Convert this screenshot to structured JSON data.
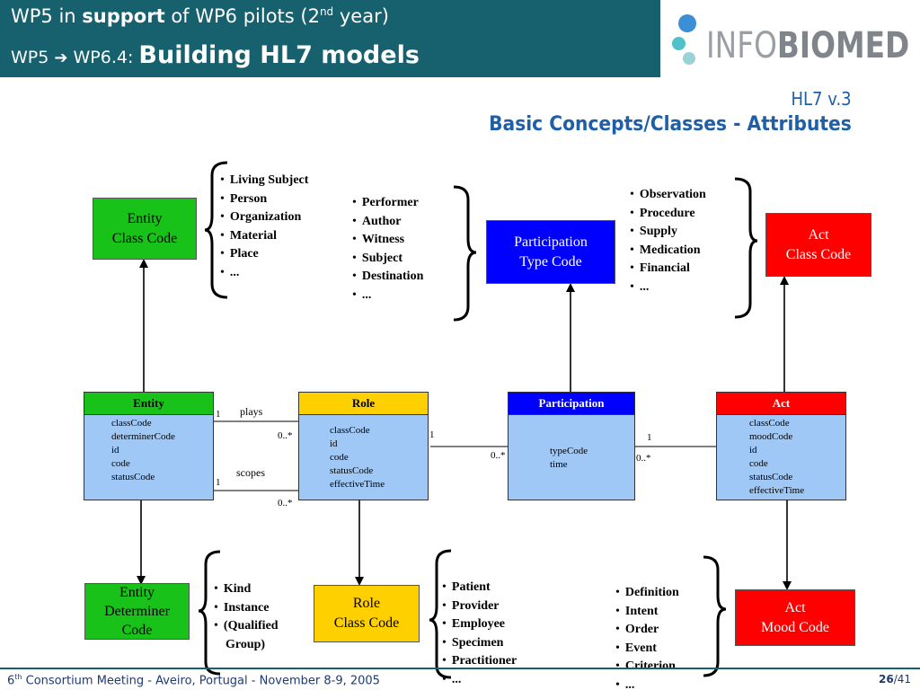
{
  "header": {
    "line1_prefix": "WP5 in ",
    "line1_bold": "support",
    "line1_mid": " of WP6 pilots (2",
    "line1_sup": "nd",
    "line1_end": " year)",
    "line2_part1": "WP5 ",
    "line2_arrow": "➔",
    "line2_part2": " WP6.4: ",
    "line2_bold": "Building HL7 models"
  },
  "logo": {
    "text_light": "INFO",
    "text_bold": "BIOMED"
  },
  "subtitle": {
    "line1": "HL7 v.3",
    "line2": "Basic Concepts/Classes - Attributes"
  },
  "code_boxes": {
    "entity_class_code": [
      "Entity",
      "Class Code"
    ],
    "participation_type_code": [
      "Participation",
      "Type Code"
    ],
    "act_class_code": [
      "Act",
      "Class Code"
    ],
    "entity_determiner_code": [
      "Entity",
      "Determiner",
      "Code"
    ],
    "role_class_code": [
      "Role",
      "Class Code"
    ],
    "act_mood_code": [
      "Act",
      "Mood Code"
    ]
  },
  "lists": {
    "entity_classes": [
      "Living Subject",
      "Person",
      "Organization",
      "Material",
      "Place",
      "..."
    ],
    "participation_types": [
      "Performer",
      "Author",
      "Witness",
      "Subject",
      "Destination",
      "..."
    ],
    "act_classes": [
      "Observation",
      "Procedure",
      "Supply",
      "Medication",
      "Financial",
      "..."
    ],
    "determiners": [
      "Kind",
      "Instance",
      "(Qualified",
      "Group)"
    ],
    "role_classes": [
      "Patient",
      "Provider",
      "Employee",
      "Specimen",
      "Practitioner",
      "..."
    ],
    "moods": [
      "Definition",
      "Intent",
      "Order",
      "Event",
      "Criterion",
      "..."
    ]
  },
  "classes": {
    "entity": {
      "name": "Entity",
      "attrs": [
        "classCode",
        "determinerCode",
        "id",
        "code",
        "statusCode"
      ]
    },
    "role": {
      "name": "Role",
      "attrs": [
        "classCode",
        "id",
        "code",
        "statusCode",
        "effectiveTime"
      ]
    },
    "participation": {
      "name": "Participation",
      "attrs": [
        "typeCode",
        "time"
      ]
    },
    "act": {
      "name": "Act",
      "attrs": [
        "classCode",
        "moodCode",
        "id",
        "code",
        "statusCode",
        "effectiveTime"
      ]
    }
  },
  "associations": {
    "plays": "plays",
    "scopes": "scopes",
    "m_plays_1": "1",
    "m_plays_many": "0..*",
    "m_scopes_1": "1",
    "m_scopes_many": "0..*",
    "m_role_1": "1",
    "m_role_part_many": "0..*",
    "m_act_1": "1",
    "m_act_part_many": "0..*"
  },
  "colors": {
    "header_bg": "#17606e",
    "green": "#18c218",
    "blue": "#0000ff",
    "red": "#ff0000",
    "yellow": "#ffd000",
    "class_body": "#9fc8f6",
    "title_blue": "#1f5fa8"
  },
  "footer": {
    "num_prefix": "6",
    "num_sup": "th",
    "text": "  Consortium Meeting  - Aveiro, Portugal  - November 8-9, 2005",
    "page_current": "26",
    "page_total": "/41"
  }
}
